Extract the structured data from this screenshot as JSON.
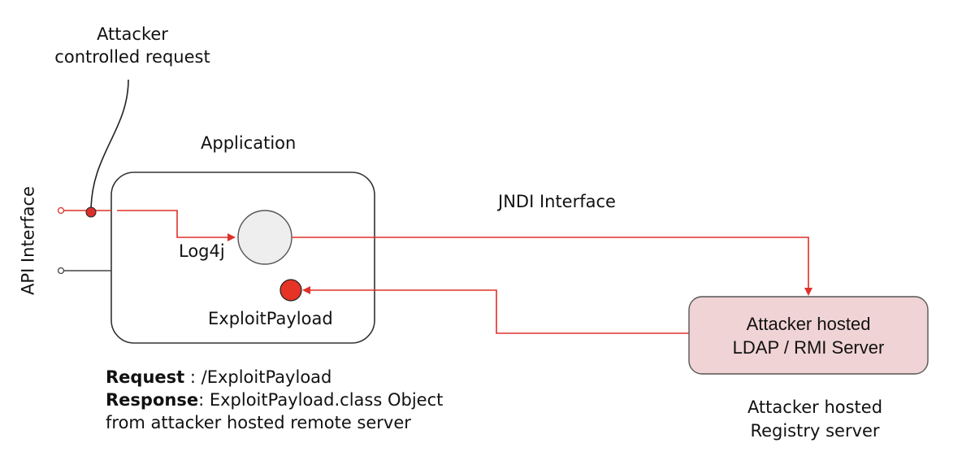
{
  "labels": {
    "attacker_request_line1": "Attacker",
    "attacker_request_line2": "controlled request",
    "application": "Application",
    "api_interface": "API Interface",
    "jndi_interface": "JNDI Interface",
    "log4j": "Log4j",
    "exploit_payload": "ExploitPayload"
  },
  "server": {
    "line1": "Attacker hosted",
    "line2": "LDAP / RMI Server"
  },
  "registry": {
    "line1": "Attacker hosted",
    "line2": "Registry server"
  },
  "notes": {
    "request_label": "Request",
    "request_value": " : /ExploitPayload",
    "response_label": "Response",
    "response_value": ": ExploitPayload.class Object",
    "response_line2": "from attacker hosted remote server"
  },
  "colors": {
    "arrow_red": "#e0302a",
    "server_fill": "#f0d3d4",
    "node_fill": "#eeeeee",
    "dot_red": "#e53326",
    "outline": "#444444"
  }
}
